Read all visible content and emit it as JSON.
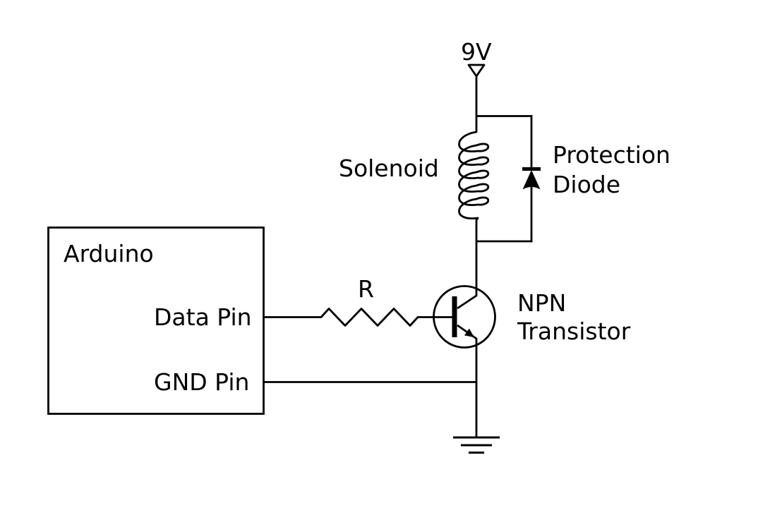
{
  "diagram": {
    "type": "circuit-schematic",
    "colors": {
      "background": "#ffffff",
      "line": "#000000",
      "text": "#000000"
    },
    "labels": {
      "supply_voltage": "9V",
      "solenoid": "Solenoid",
      "protection_diode_line1": "Protection",
      "protection_diode_line2": "Diode",
      "resistor": "R",
      "transistor_line1": "NPN",
      "transistor_line2": "Transistor",
      "arduino": "Arduino",
      "data_pin": "Data Pin",
      "gnd_pin": "GND Pin"
    },
    "components": {
      "power_symbol": "9V supply (open down-triangle port)",
      "inductor_symbol": "solenoid coil, 6 loops",
      "diode_symbol": "flyback diode, cathode toward 9V rail",
      "resistor_symbol": "zigzag resistor, 3 peaks / 3 valleys",
      "transistor_symbol": "NPN BJT, collector to solenoid, emitter to ground",
      "ground_symbol": "earth ground, 3 shrinking bars",
      "arduino_symbol": "rectangular box with Data Pin and GND Pin ports"
    }
  }
}
